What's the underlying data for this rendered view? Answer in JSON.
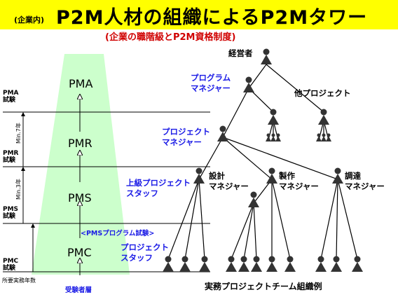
{
  "title": {
    "prefix": "(企業内)",
    "main": "P2M人材の組織によるP2Mタワー",
    "subtitle": "(企業の職階級とP2M資格制度)"
  },
  "tower": {
    "levels": [
      "PMA",
      "PMR",
      "PMS",
      "PMC"
    ],
    "exams": [
      {
        "line1": "PMA",
        "line2": "試験"
      },
      {
        "line1": "PMR",
        "line2": "試験"
      },
      {
        "line1": "PMS",
        "line2": "試験"
      },
      {
        "line1": "PMC",
        "line2": "試験"
      }
    ],
    "years_1": "Min.7年",
    "years_2": "Min.3年",
    "years_label": "所要実務年数",
    "pms_program_exam": "<PMSプログラム試験>",
    "applicants": "受験者層"
  },
  "org": {
    "executive": "経営者",
    "program_manager": {
      "line1": "プログラム",
      "line2": "マネジャー"
    },
    "other_project": "他プロジェクト",
    "project_manager": {
      "line1": "プロジェクト",
      "line2": "マネジャー"
    },
    "senior_staff": {
      "line1": "上級プロジェクト",
      "line2": "スタッフ"
    },
    "design_manager": {
      "line1": "設計",
      "line2": "マネジャー"
    },
    "production_manager": {
      "line1": "製作",
      "line2": "マネジャー"
    },
    "procurement_manager": {
      "line1": "調達",
      "line2": "マネジャー"
    },
    "project_staff": {
      "line1": "プロジェクト",
      "line2": "スタッフ"
    },
    "caption": "実務プロジェクトチーム組織例"
  },
  "colors": {
    "title_bg": "#ffff00",
    "tower_fill": "#ccffcc",
    "subtitle": "#d00000",
    "role_label": "#1a1ae6"
  }
}
